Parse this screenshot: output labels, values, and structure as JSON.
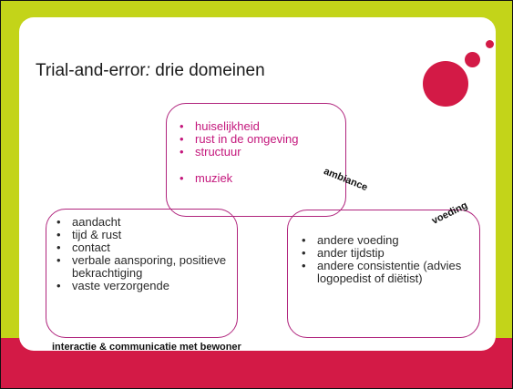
{
  "slide": {
    "title_main": "Trial-and-error",
    "title_colon": ":",
    "title_rest": " drie domeinen"
  },
  "ambiance": {
    "label": "ambiance",
    "items": [
      "huiselijkheid",
      "rust in de omgeving",
      "structuur",
      "muziek"
    ]
  },
  "voeding": {
    "label": "voeding",
    "items": [
      "andere voeding",
      "ander tijdstip",
      "andere consistentie (advies logopedist of diëtist)"
    ]
  },
  "interactie": {
    "label": "interactie & communicatie met bewoner",
    "items": [
      "aandacht",
      "tijd & rust",
      "contact",
      "verbale aansporing, positieve bekrachtiging",
      "vaste verzorgende"
    ]
  },
  "bullet": "•",
  "colors": {
    "accent_green": "#c3d419",
    "accent_red": "#d31a46",
    "list_pink": "#c4177c",
    "border": "#b0247d"
  }
}
